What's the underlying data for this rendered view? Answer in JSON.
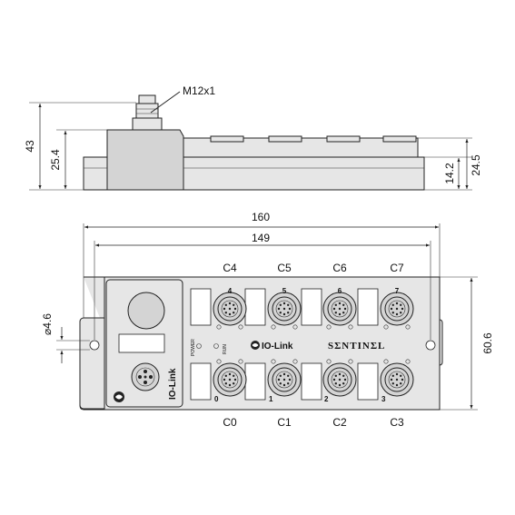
{
  "labels": {
    "connector_side": "M12x1",
    "port_labels_top": [
      "C4",
      "C5",
      "C6",
      "C7"
    ],
    "port_labels_bottom": [
      "C0",
      "C1",
      "C2",
      "C3"
    ],
    "port_numbers_top": [
      "4",
      "5",
      "6",
      "7"
    ],
    "port_numbers_bottom": [
      "0",
      "1",
      "2",
      "3"
    ],
    "brand": "SΣNTINΣL",
    "io_link_badge": "IO-Link",
    "io_link_vertical": "IO-Link",
    "power_led": "POWER",
    "run_led": "RUN"
  },
  "dimensions": {
    "total_height": "43",
    "body_height": "25.4",
    "base_height": "14.2",
    "port_height": "24.5",
    "total_length": "160",
    "hole_pitch": "149",
    "width": "60.6",
    "hole_diameter": "⌀4.6"
  },
  "colors": {
    "line": "#222222",
    "body_fill": "#e6e6e6",
    "background": "#ffffff"
  }
}
